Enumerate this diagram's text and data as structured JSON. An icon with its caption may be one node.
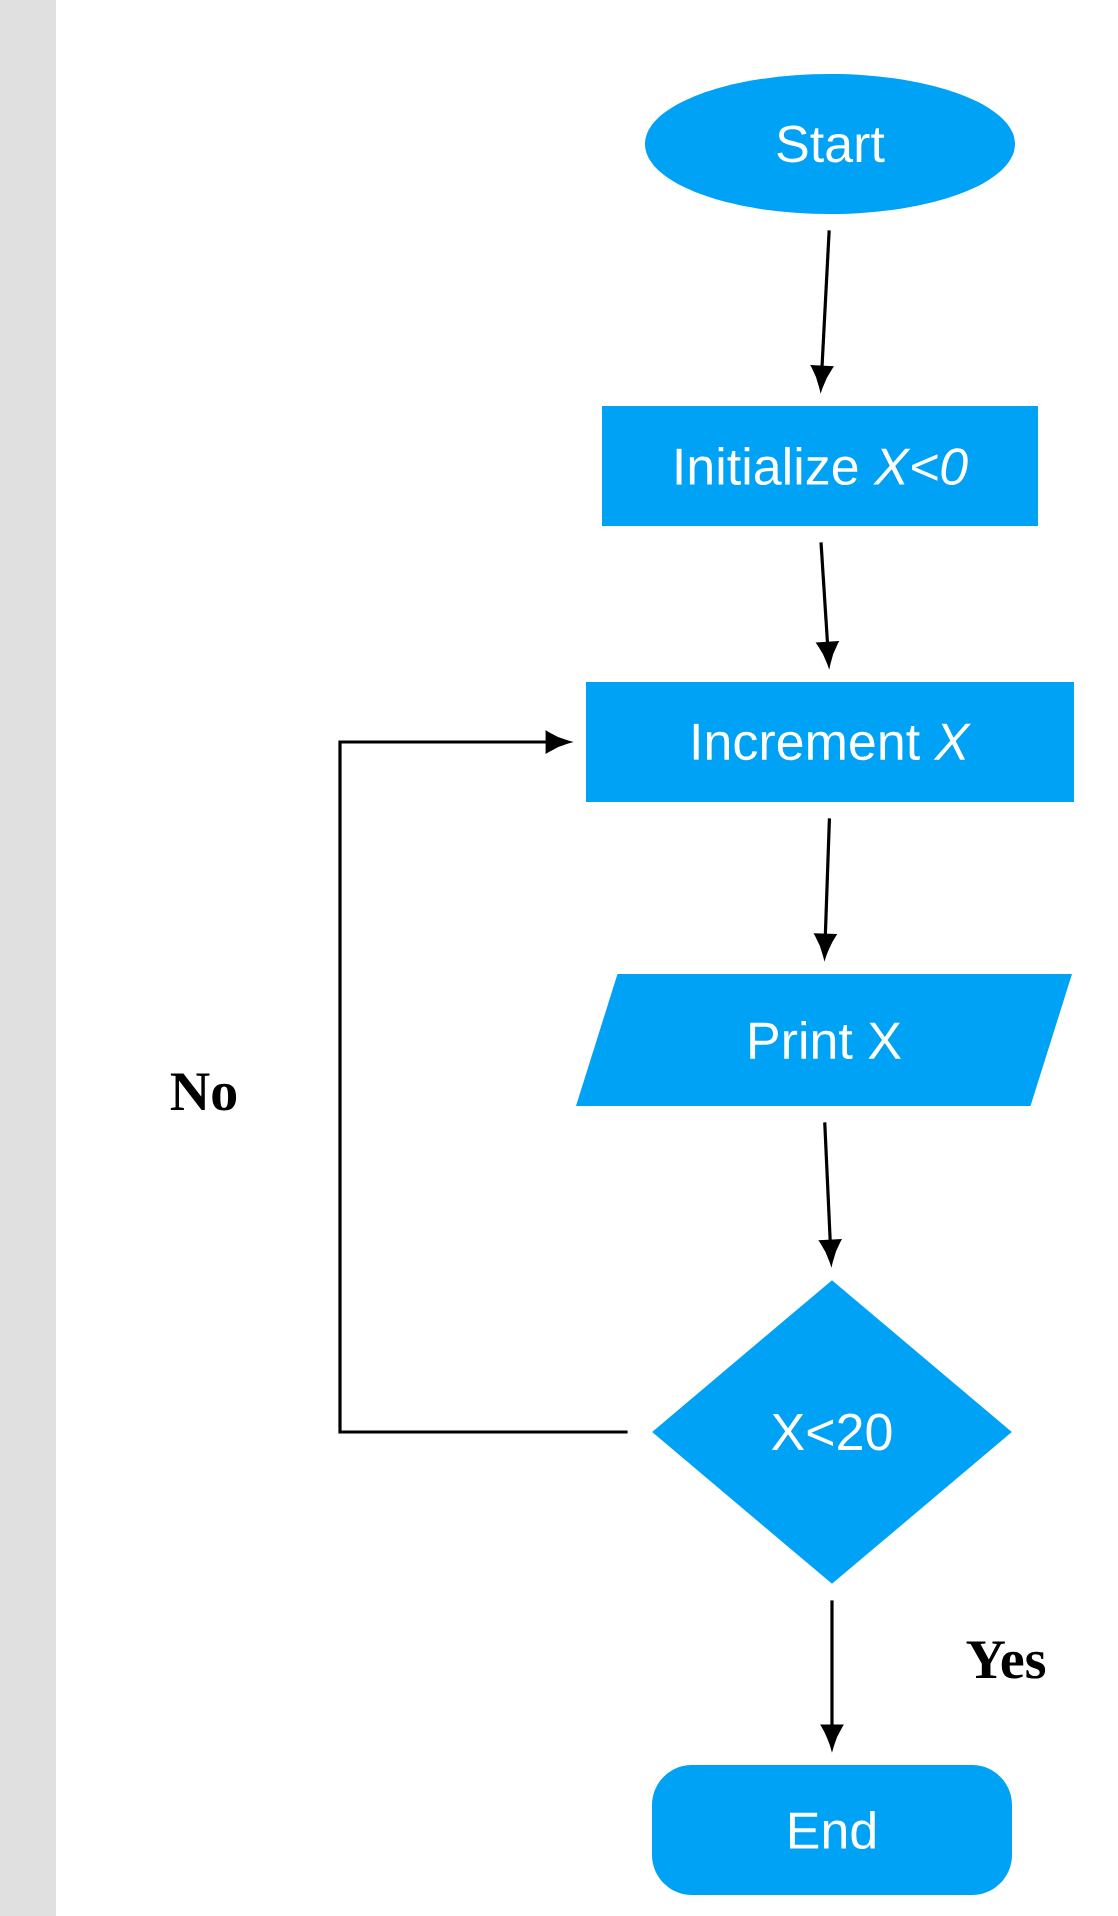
{
  "diagram": {
    "nodes": [
      {
        "text": [
          "Start"
        ]
      },
      {
        "text": [
          "Initialize *X<0*"
        ]
      },
      {
        "text": [
          "Increment *X*"
        ]
      },
      {
        "text": [
          "Print X"
        ]
      },
      {
        "text": [
          "X<20"
        ]
      },
      {
        "text": [
          "End"
        ]
      }
    ],
    "edges": [
      {
        "from": 0,
        "to": 1,
        "arrow": "to"
      },
      {
        "from": 1,
        "to": 2,
        "arrow": "to"
      },
      {
        "from": 2,
        "to": 3,
        "arrow": "to"
      },
      {
        "from": 3,
        "to": 4,
        "arrow": "to"
      },
      {
        "from": 4,
        "to": 2,
        "arrow": "to",
        "label": "No"
      },
      {
        "from": 4,
        "to": 5,
        "arrow": "to",
        "label": "Yes"
      }
    ]
  }
}
